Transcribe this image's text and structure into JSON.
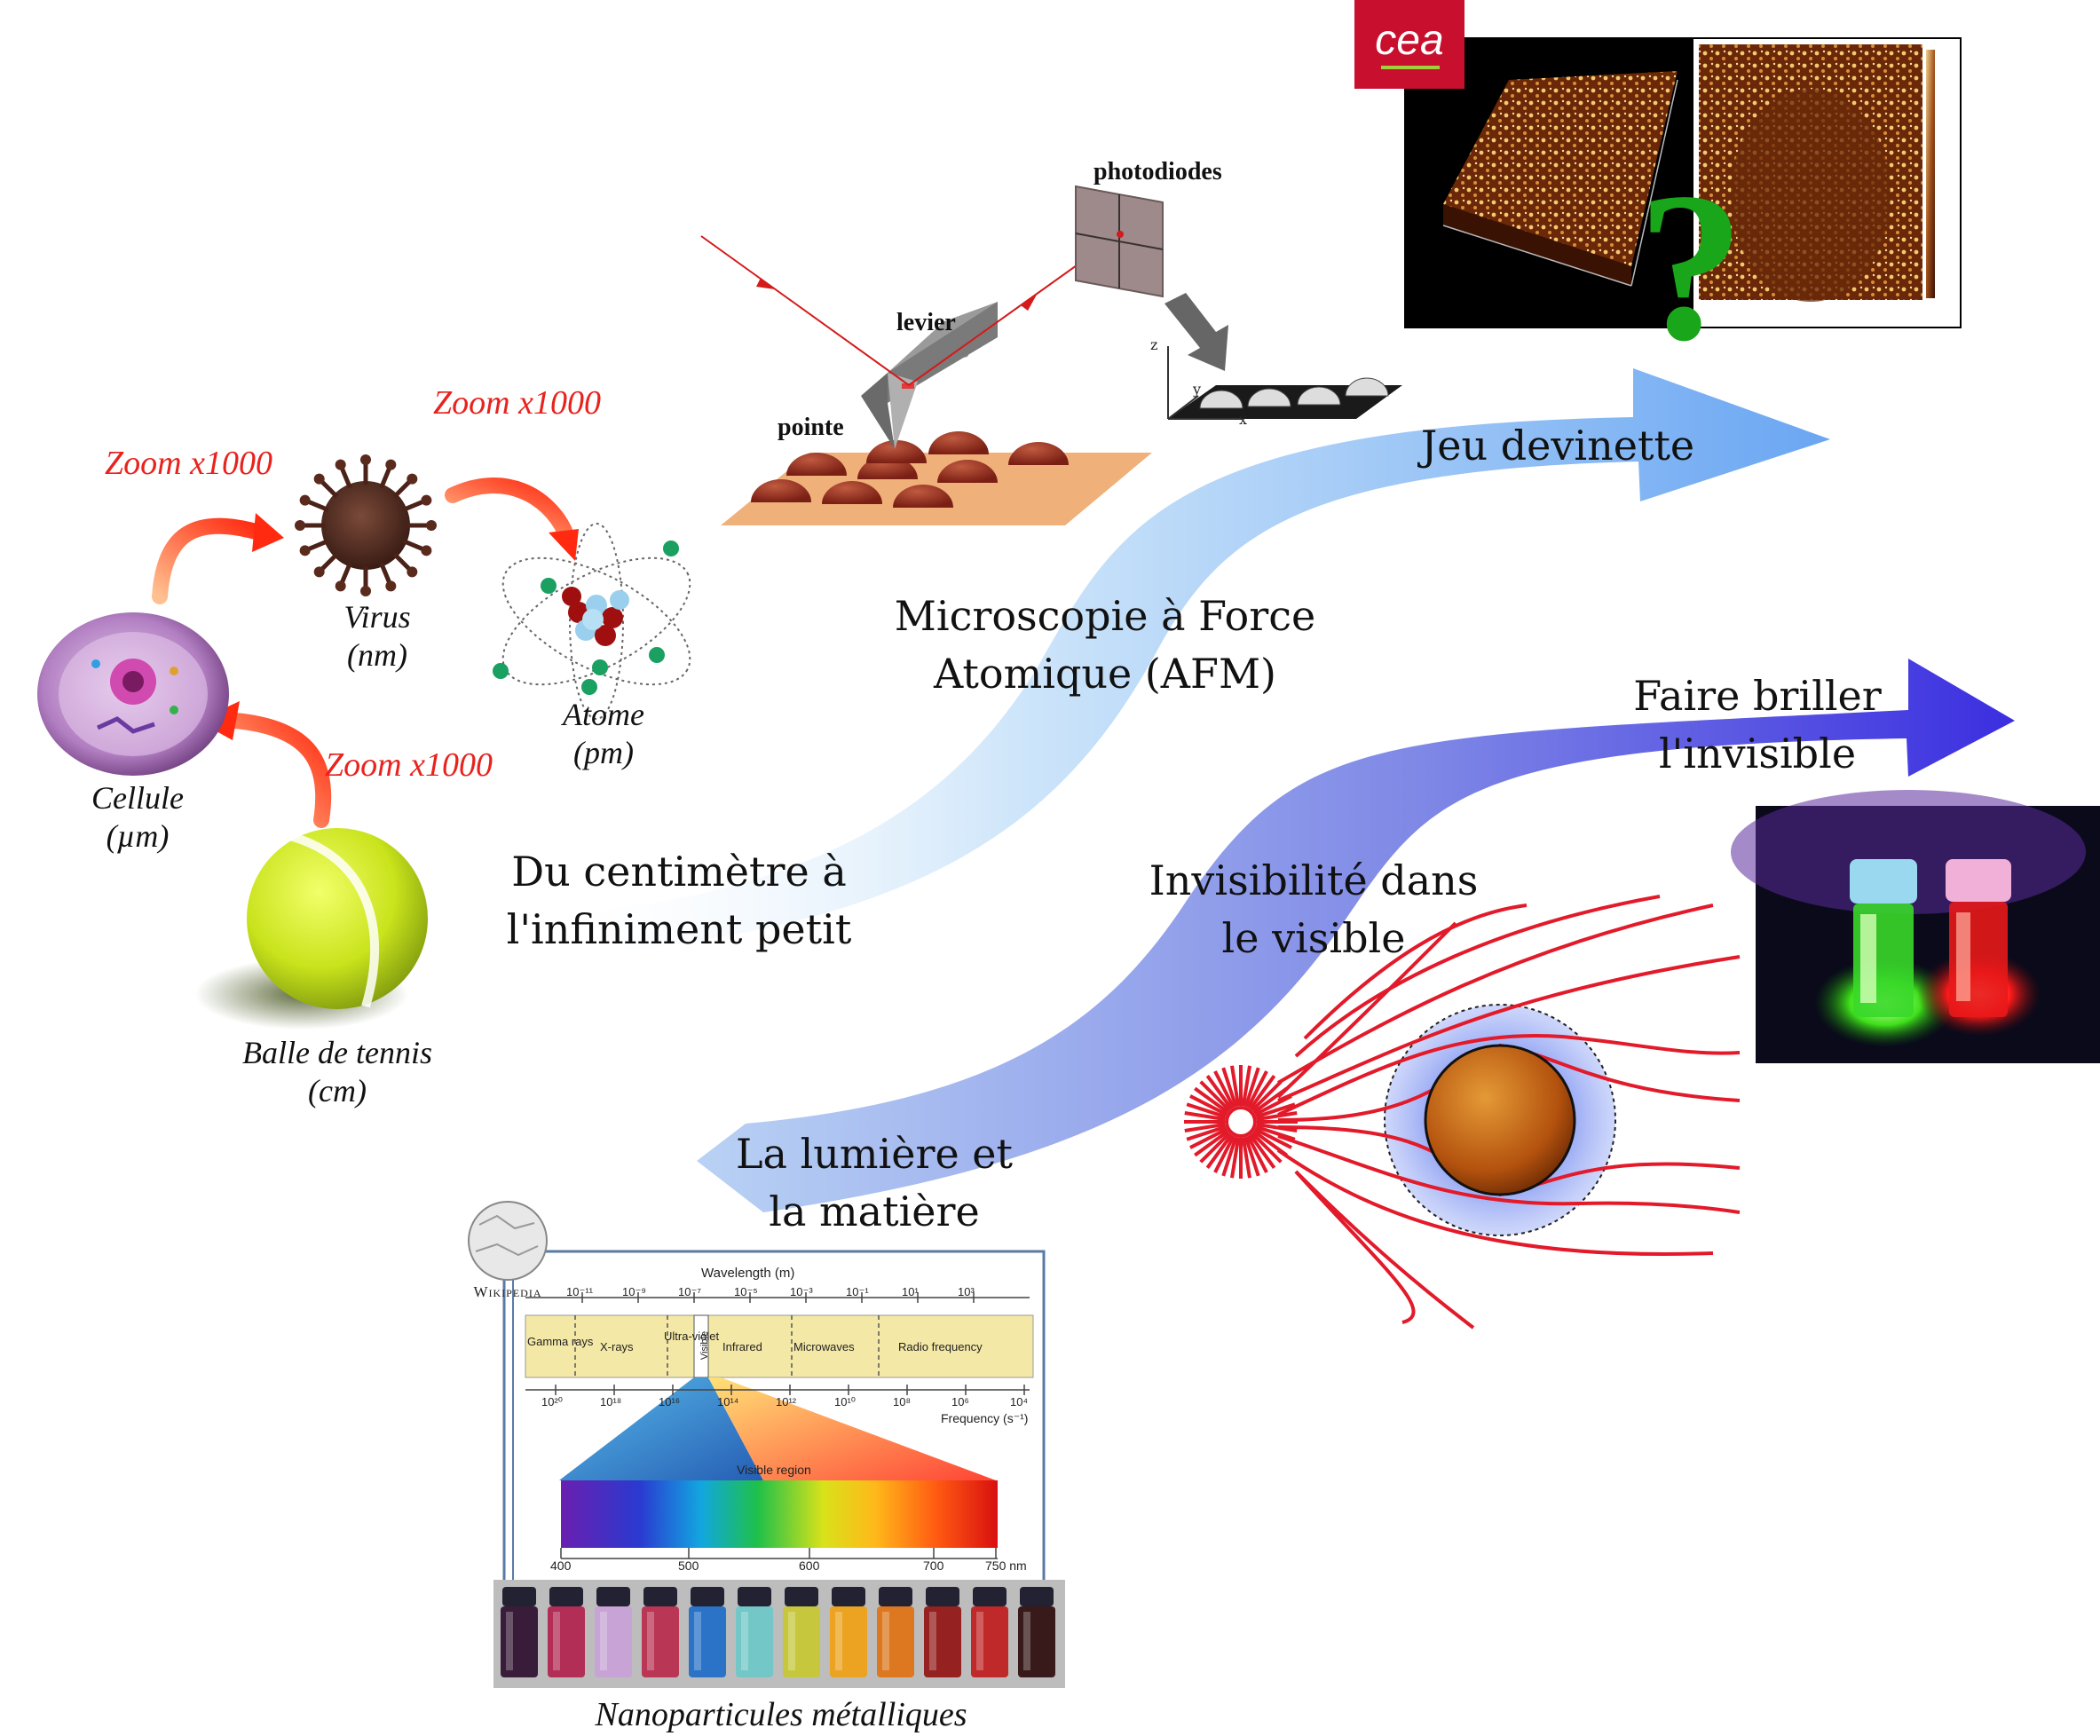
{
  "labels": {
    "cell": [
      "Cellule",
      "(µm)"
    ],
    "virus": [
      "Virus",
      "(nm)"
    ],
    "atom": [
      "Atome",
      "(pm)"
    ],
    "ball": [
      "Balle de tennis",
      "(cm)"
    ],
    "nano": "Nanoparticules métalliques"
  },
  "zooms": [
    "Zoom x1000",
    "Zoom x1000",
    "Zoom x1000"
  ],
  "path_top": {
    "start": [
      "Du centimètre à",
      "l'infiniment petit"
    ],
    "middle": [
      "Microscopie à Force",
      "Atomique (AFM)"
    ],
    "end": "Jeu devinette"
  },
  "path_bottom": {
    "start": [
      "La lumière et",
      "la matière"
    ],
    "middle": [
      "Invisibilité dans",
      "le visible"
    ],
    "end": [
      "Faire briller",
      "l'invisible"
    ]
  },
  "afm_schematic": {
    "photodiodes": "photodiodes",
    "levier": "levier",
    "pointe": "pointe"
  },
  "cea_logo": "cea",
  "question_mark": "?",
  "wikipedia": "Wikipedia",
  "spectrum": {
    "wavelength_title": "Wavelength (m)",
    "frequency_title": "Frequency (s⁻¹)",
    "wavelength_ticks": [
      "10⁻¹¹",
      "10⁻⁹",
      "10⁻⁷",
      "10⁻⁵",
      "10⁻³",
      "10⁻¹",
      "10¹",
      "10³"
    ],
    "frequency_ticks": [
      "10²⁰",
      "10¹⁸",
      "10¹⁶",
      "10¹⁴",
      "10¹²",
      "10¹⁰",
      "10⁸",
      "10⁶",
      "10⁴"
    ],
    "bands": [
      "Gamma rays",
      "X-rays",
      "Ultra-violet",
      "Visible",
      "Infrared",
      "Microwaves",
      "Radio frequency"
    ],
    "visible_region": "Visible region",
    "nm_ticks": [
      "400",
      "500",
      "600",
      "700",
      "750 nm"
    ]
  },
  "colors": {
    "top_arrow": "#7fb2ef",
    "bottom_arrow": "#4a3fe0",
    "zoom_arrow": "#ff3b1f",
    "zoom_text": "#e8231e",
    "cea_red": "#c8102e",
    "question_green": "#1aa61a"
  }
}
